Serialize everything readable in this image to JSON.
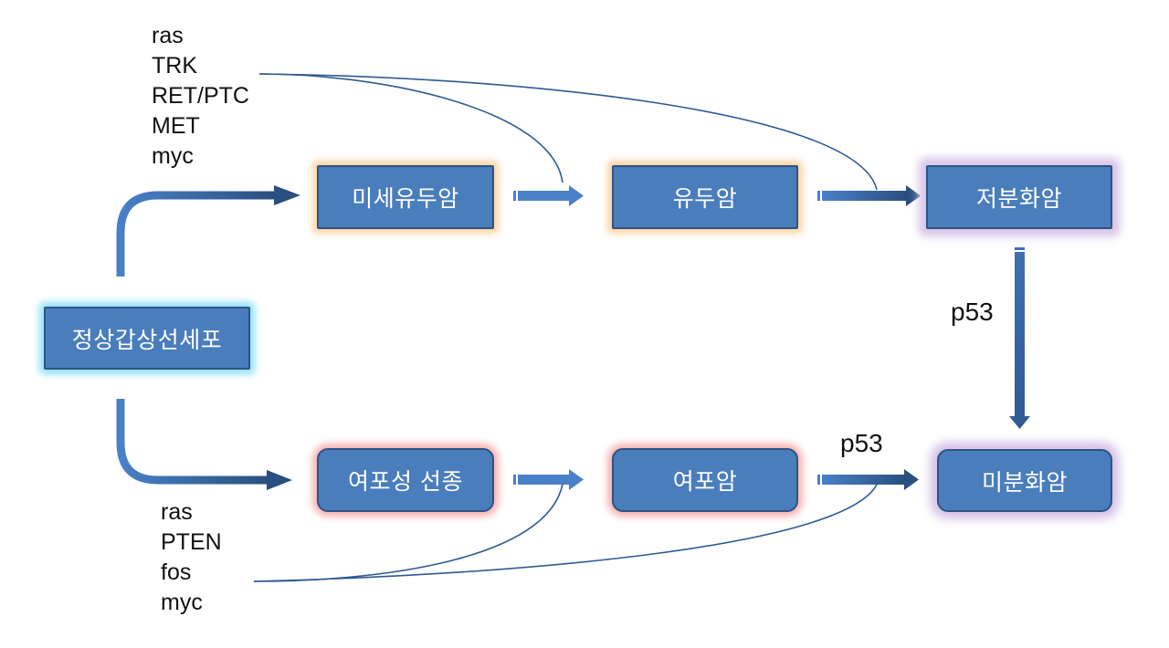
{
  "diagram": {
    "nodes": {
      "normal": "정상갑상선세포",
      "microfollicular": "미세유두암",
      "papillary": "유두암",
      "poorly_diff": "저분화암",
      "follicular_adenoma": "여포성 선종",
      "follicular_ca": "여포암",
      "anaplastic": "미분화암"
    },
    "gene_groups": {
      "papillary_path": [
        "ras",
        "TRK",
        "RET/PTC",
        "MET",
        "myc"
      ],
      "follicular_path": [
        "ras",
        "PTEN",
        "fos",
        "myc"
      ]
    },
    "labels": {
      "p53_vertical": "p53",
      "p53_horizontal": "p53"
    },
    "edges": [
      {
        "from": "정상갑상선세포",
        "to": "미세유두암"
      },
      {
        "from": "미세유두암",
        "to": "유두암"
      },
      {
        "from": "유두암",
        "to": "저분화암"
      },
      {
        "from": "저분화암",
        "to": "미분화암",
        "label": "p53"
      },
      {
        "from": "정상갑상선세포",
        "to": "여포성 선종"
      },
      {
        "from": "여포성 선종",
        "to": "여포암"
      },
      {
        "from": "여포암",
        "to": "미분화암",
        "label": "p53"
      }
    ],
    "colors": {
      "box_fill": "#4a7dbb",
      "box_border": "#2f5382",
      "arrow": "#3f6faf",
      "arrow_dark": "#2a4f80",
      "glow_normal": "#8fe1f7",
      "glow_papillary": "#fcd4a4",
      "glow_poorly": "#d7c3e8",
      "glow_follicular": "#f6b2b2"
    }
  }
}
